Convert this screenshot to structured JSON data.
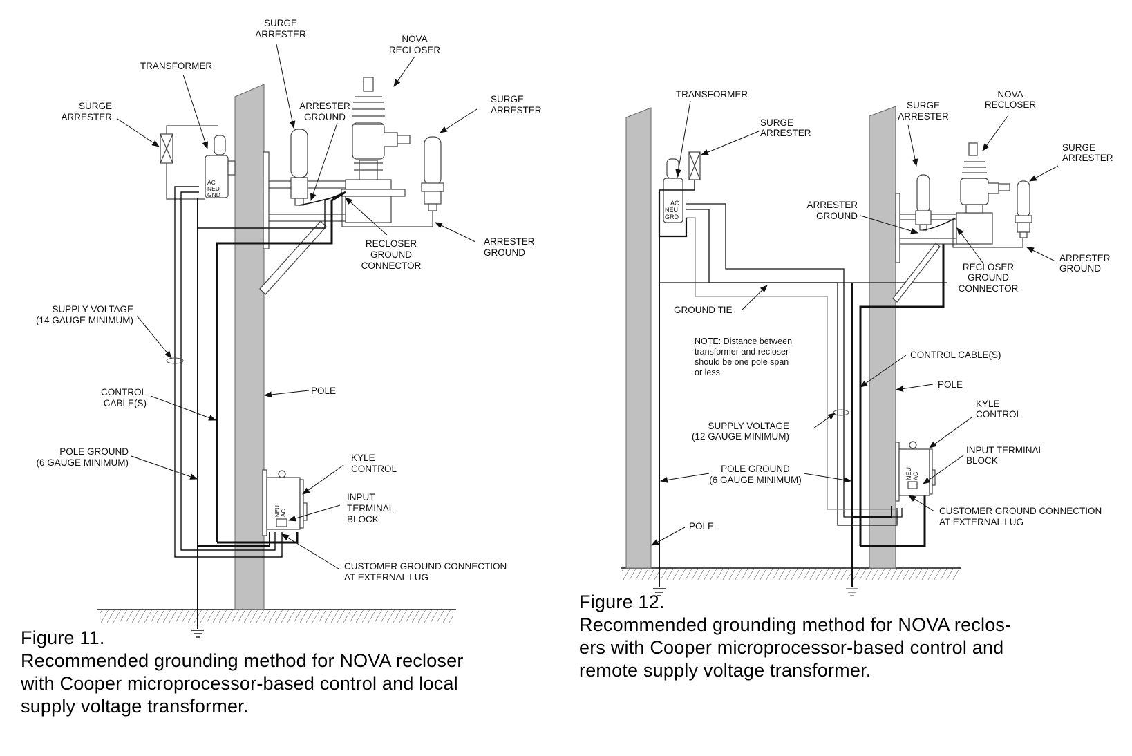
{
  "figures": [
    {
      "id": "fig11",
      "caption_title": "Figure 11.",
      "caption_lines": [
        "Recommended grounding method for NOVA recloser",
        "with Cooper microprocessor-based control and local",
        "supply voltage transformer."
      ],
      "labels": {
        "surge_arrester_top": [
          "SURGE",
          "ARRESTER"
        ],
        "nova_recloser": [
          "NOVA",
          "RECLOSER"
        ],
        "transformer": [
          "TRANSFORMER"
        ],
        "surge_arrester_left": [
          "SURGE",
          "ARRESTER"
        ],
        "arrester_ground_left": [
          "ARRESTER",
          "GROUND"
        ],
        "surge_arrester_right": [
          "SURGE",
          "ARRESTER"
        ],
        "recloser_ground_connector": [
          "RECLOSER",
          "GROUND",
          "CONNECTOR"
        ],
        "arrester_ground_right": [
          "ARRESTER",
          "GROUND"
        ],
        "supply_voltage": [
          "SUPPLY VOLTAGE",
          "(14 GAUGE MINIMUM)"
        ],
        "control_cables": [
          "CONTROL",
          "CABLE(S)"
        ],
        "pole": [
          "POLE"
        ],
        "pole_ground": [
          "POLE GROUND",
          "(6 GAUGE MINIMUM)"
        ],
        "kyle_control": [
          "KYLE",
          "CONTROL"
        ],
        "input_terminal_block": [
          "INPUT",
          "TERMINAL",
          "BLOCK"
        ],
        "customer_ground": [
          "CUSTOMER GROUND CONNECTION",
          "AT EXTERNAL LUG"
        ]
      },
      "transformer_terminals": [
        "AC",
        "NEU",
        "GND"
      ],
      "control_terminals": [
        "NEU",
        "AC"
      ]
    },
    {
      "id": "fig12",
      "caption_title": "Figure 12.",
      "caption_lines": [
        "Recommended grounding method for NOVA reclos-",
        "ers with Cooper microprocessor-based control and",
        "remote supply voltage transformer."
      ],
      "labels": {
        "transformer": [
          "TRANSFORMER"
        ],
        "surge_arrester_transformer": [
          "SURGE",
          "ARRESTER"
        ],
        "surge_arrester_left": [
          "SURGE",
          "ARRESTER"
        ],
        "nova_recloser": [
          "NOVA",
          "RECLOSER"
        ],
        "surge_arrester_right": [
          "SURGE",
          "ARRESTER"
        ],
        "arrester_ground_left": [
          "ARRESTER",
          "GROUND"
        ],
        "recloser_ground_connector": [
          "RECLOSER",
          "GROUND",
          "CONNECTOR"
        ],
        "arrester_ground_right": [
          "ARRESTER",
          "GROUND"
        ],
        "ground_tie": [
          "GROUND TIE"
        ],
        "note": [
          "NOTE: Distance between",
          "transformer and recloser",
          "should be one pole span",
          "or less."
        ],
        "control_cables": [
          "CONTROL CABLE(S)"
        ],
        "pole_right": [
          "POLE"
        ],
        "kyle_control": [
          "KYLE",
          "CONTROL"
        ],
        "supply_voltage": [
          "SUPPLY VOLTAGE",
          "(12 GAUGE MINIMUM)"
        ],
        "input_terminal_block": [
          "INPUT TERMINAL",
          "BLOCK"
        ],
        "pole_ground": [
          "POLE GROUND",
          "(6 GAUGE MINIMUM)"
        ],
        "customer_ground": [
          "CUSTOMER GROUND CONNECTION",
          "AT EXTERNAL  LUG"
        ],
        "pole_left": [
          "POLE"
        ]
      },
      "transformer_terminals": [
        "AC",
        "NEU",
        "GRD"
      ],
      "control_terminals": [
        "NEU",
        "AC"
      ]
    }
  ],
  "colors": {
    "pole_fill": "#c0c0c0",
    "line": "#111111",
    "gray_wire": "#8a8a8a"
  }
}
